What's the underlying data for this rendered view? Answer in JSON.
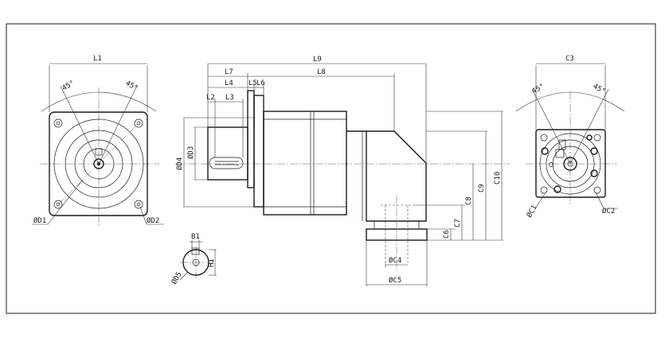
{
  "dimensions": {
    "L1": "L1",
    "L2": "L2",
    "L3": "L3",
    "L4": "L4",
    "L5": "L5",
    "L6": "L6",
    "L7": "L7",
    "L8": "L8",
    "L9": "L9",
    "angle_left_1": "45°",
    "angle_left_2": "45°",
    "angle_right_1": "45°",
    "angle_right_2": "45°",
    "D1": "ØD1",
    "D2": "ØD2",
    "D3": "ØD3",
    "D4": "ØD4",
    "D5": "ØD5",
    "B1": "B1",
    "H1": "H1",
    "C1": "ØC1",
    "C2": "ØC2",
    "C3": "C3",
    "C4": "ØC4",
    "C5": "ØC5",
    "C6": "C6",
    "C7": "C7",
    "C8": "C8",
    "C9": "C9",
    "C10": "C10"
  }
}
